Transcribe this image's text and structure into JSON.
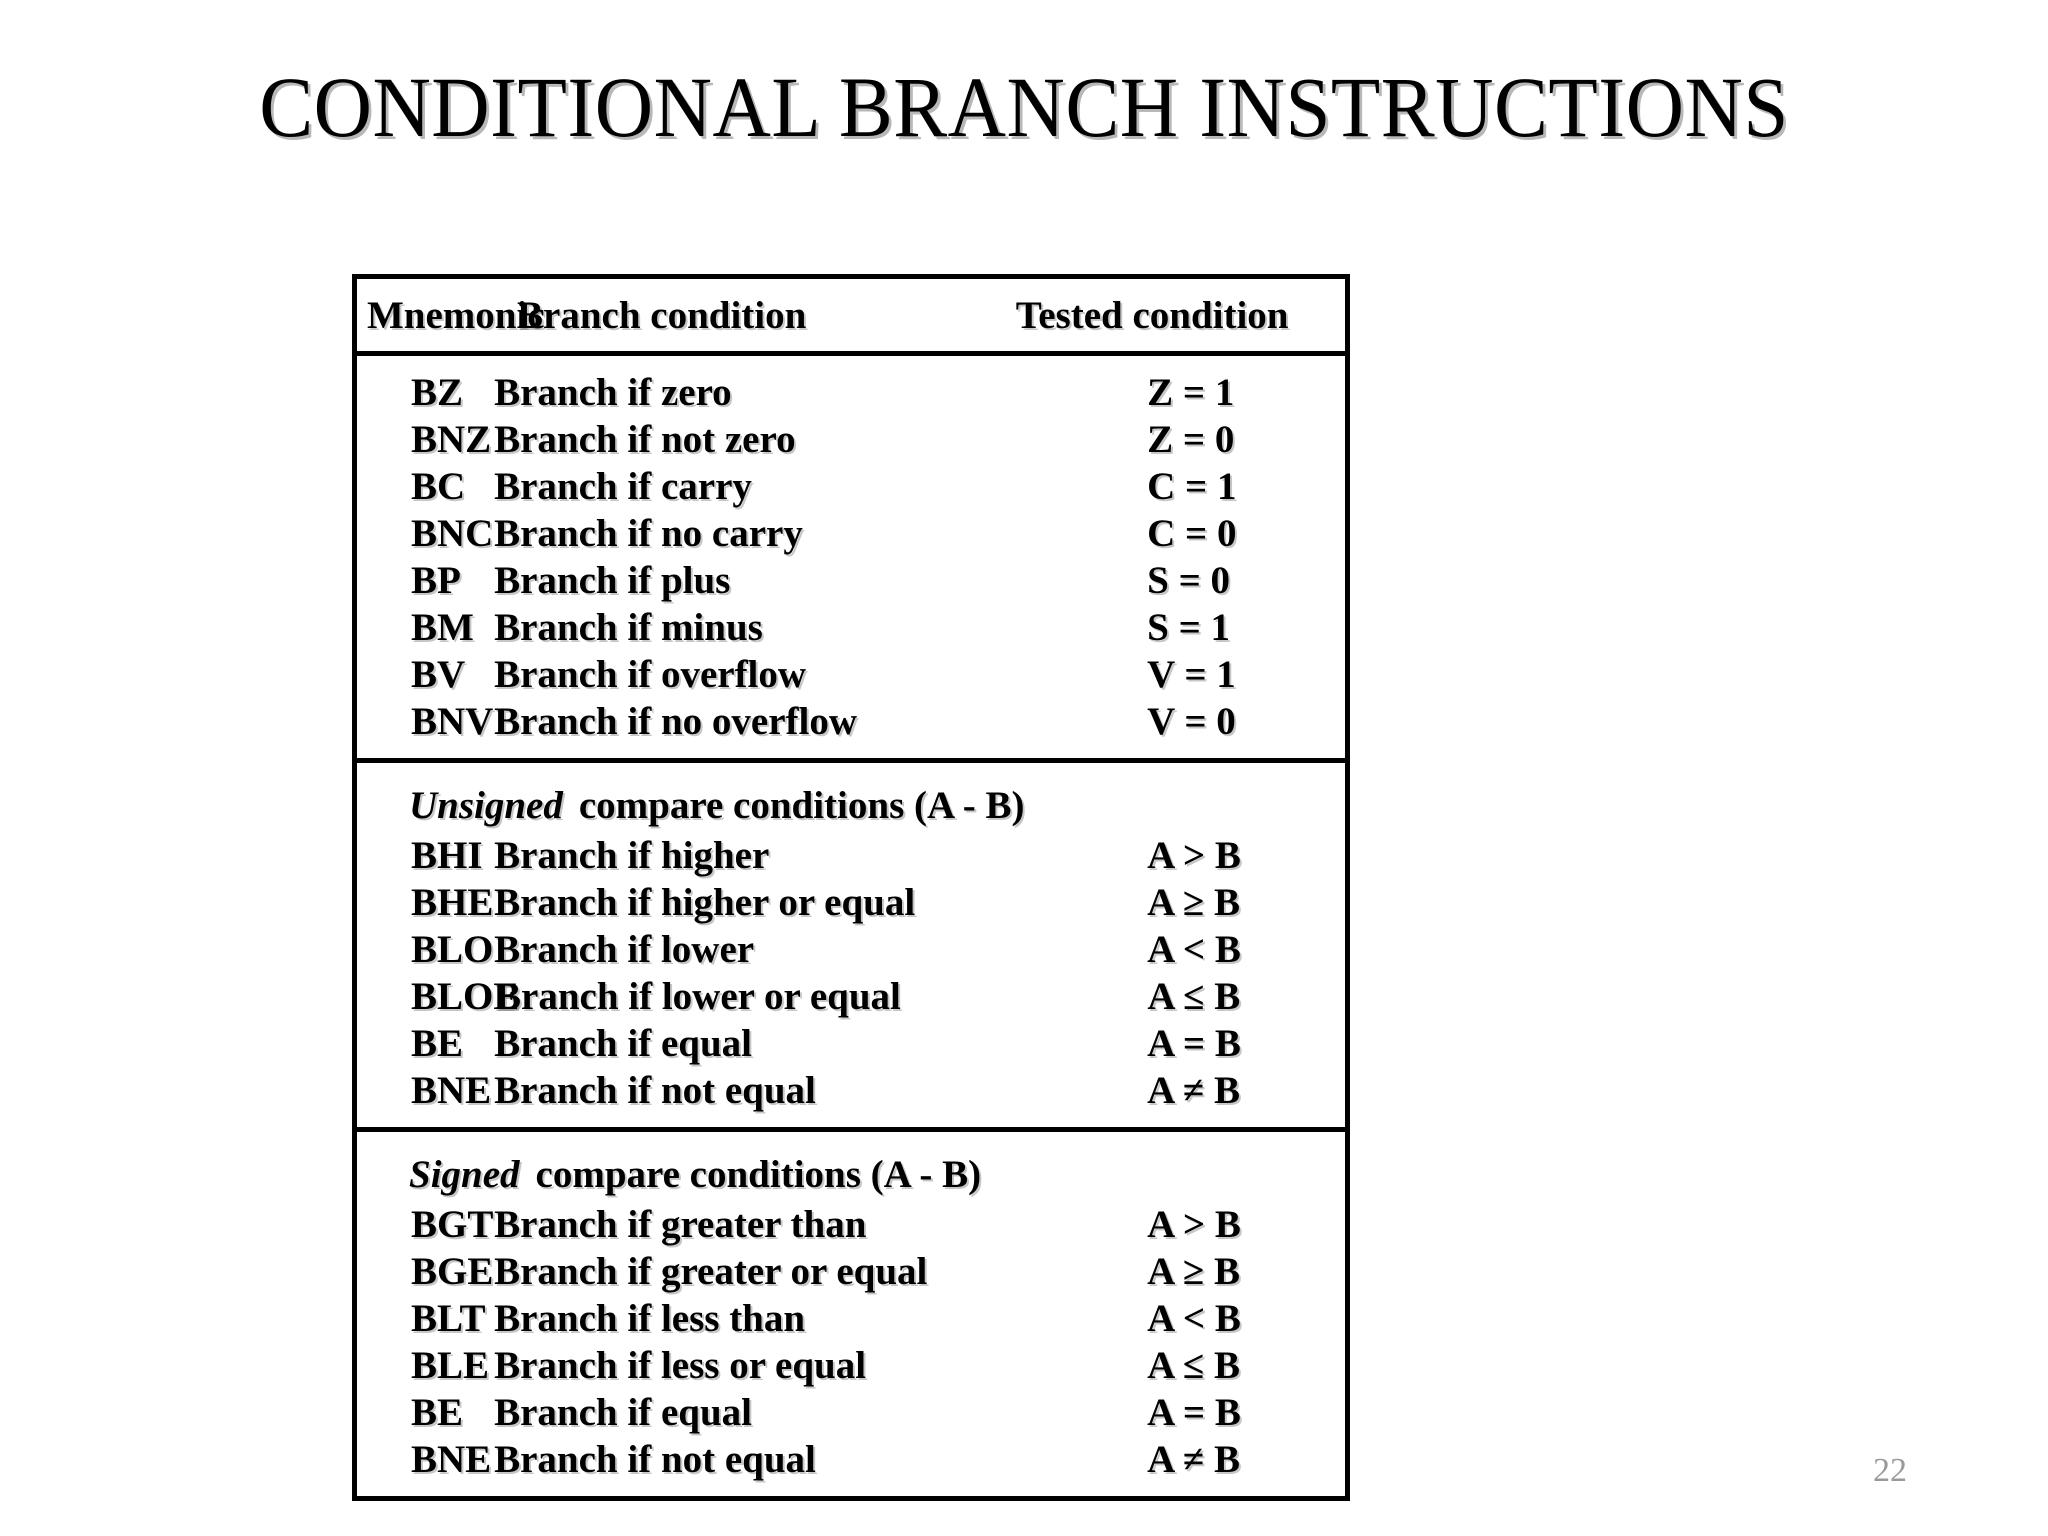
{
  "slide": {
    "title": "CONDITIONAL  BRANCH  INSTRUCTIONS",
    "page_number": "22",
    "page_number_color": "#9a9a9a",
    "background_color": "#ffffff",
    "text_color": "#000000"
  },
  "table": {
    "header": {
      "mnemonic": "Mnemonic",
      "branch_condition": "Branch condition",
      "tested_condition": "Tested condition"
    },
    "sections": [
      {
        "heading_kind": "",
        "heading_rest": "",
        "rows": [
          {
            "mnemonic": "BZ",
            "description": "Branch if zero",
            "condition": "Z = 1"
          },
          {
            "mnemonic": "BNZ",
            "description": "Branch if not zero",
            "condition": "Z = 0"
          },
          {
            "mnemonic": "BC",
            "description": "Branch if carry",
            "condition": "C = 1"
          },
          {
            "mnemonic": "BNC",
            "description": "Branch if no carry",
            "condition": "C = 0"
          },
          {
            "mnemonic": "BP",
            "description": "Branch if plus",
            "condition": "S = 0"
          },
          {
            "mnemonic": "BM",
            "description": "Branch if minus",
            "condition": "S = 1"
          },
          {
            "mnemonic": "BV",
            "description": "Branch if overflow",
            "condition": "V = 1"
          },
          {
            "mnemonic": "BNV",
            "description": "Branch if no overflow",
            "condition": "V = 0"
          }
        ]
      },
      {
        "heading_kind": "Unsigned",
        "heading_rest": "compare conditions (A - B)",
        "rows": [
          {
            "mnemonic": "BHI",
            "description": "Branch if higher",
            "condition": "A > B"
          },
          {
            "mnemonic": "BHE",
            "description": "Branch if higher or equal",
            "condition": "A ≥ B"
          },
          {
            "mnemonic": "BLO",
            "description": "Branch if lower",
            "condition": "A < B"
          },
          {
            "mnemonic": "BLOE",
            "description": "Branch if lower or equal",
            "condition": "A ≤ B"
          },
          {
            "mnemonic": "BE",
            "description": "Branch if equal",
            "condition": "A = B"
          },
          {
            "mnemonic": "BNE",
            "description": "Branch if not equal",
            "condition": "A ≠ B"
          }
        ]
      },
      {
        "heading_kind": "Signed",
        "heading_rest": "compare conditions (A - B)",
        "rows": [
          {
            "mnemonic": "BGT",
            "description": "Branch if greater than",
            "condition": "A > B"
          },
          {
            "mnemonic": "BGE",
            "description": "Branch if greater or equal",
            "condition": "A ≥ B"
          },
          {
            "mnemonic": "BLT",
            "description": "Branch if less than",
            "condition": "A < B"
          },
          {
            "mnemonic": "BLE",
            "description": "Branch if less or equal",
            "condition": "A ≤ B"
          },
          {
            "mnemonic": "BE",
            "description": "Branch if equal",
            "condition": "A = B"
          },
          {
            "mnemonic": "BNE",
            "description": "Branch if not equal",
            "condition": "A ≠ B"
          }
        ]
      }
    ]
  }
}
